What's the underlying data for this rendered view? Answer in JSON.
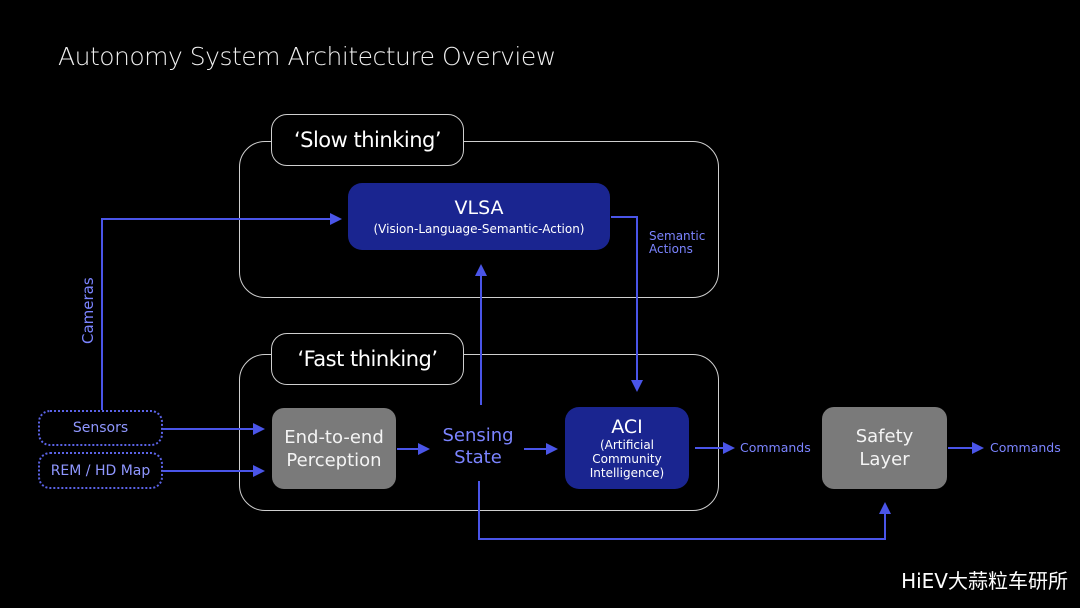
{
  "title": "Autonomy System Architecture Overview",
  "groups": {
    "slow": {
      "label": "‘Slow thinking’"
    },
    "fast": {
      "label": "‘Fast thinking’"
    }
  },
  "blocks": {
    "vlsa": {
      "name": "VLSA",
      "subtitle": "(Vision-Language-Semantic-Action)"
    },
    "aci": {
      "name": "ACI",
      "subtitle_lines": [
        "(Artificial",
        "Community",
        "Intelligence)"
      ]
    },
    "perception": {
      "lines": [
        "End-to-end",
        "Perception"
      ]
    },
    "safety": {
      "lines": [
        "Safety",
        "Layer"
      ]
    },
    "sensing_state": {
      "lines": [
        "Sensing",
        "State"
      ]
    }
  },
  "inputs": {
    "sensors": "Sensors",
    "rem_map": "REM / HD Map"
  },
  "edge_labels": {
    "cameras": "Cameras",
    "semantic_actions": [
      "Semantic",
      "Actions"
    ],
    "commands_1": "Commands",
    "commands_2": "Commands"
  },
  "colors": {
    "background": "#000000",
    "accent_blue": "#4a55e8",
    "block_blue": "#1a2590",
    "block_gray": "#7a7a7a",
    "label_blue": "#7b84ff",
    "outline": "#cfcfcf"
  },
  "watermark": "HiEV大蒜粒车研所"
}
